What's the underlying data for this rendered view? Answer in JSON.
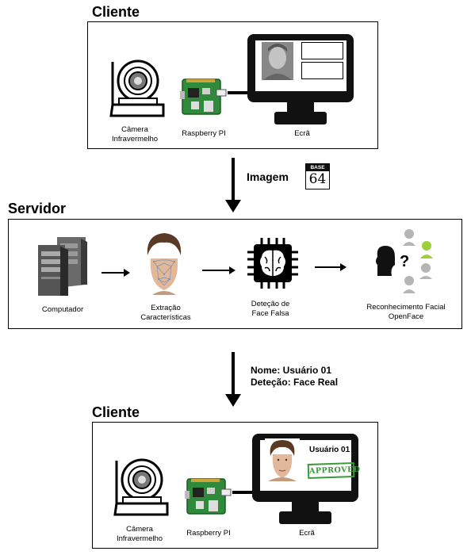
{
  "top_client": {
    "title": "Cliente",
    "camera_label_line1": "Câmera",
    "camera_label_line2": "Infravermelho",
    "raspberry_label": "Raspberry PI",
    "screen_label": "Ecrã"
  },
  "arrow1": {
    "label": "Imagem",
    "base_badge_top": "BASE",
    "base_badge_num": "64"
  },
  "server": {
    "title": "Servidor",
    "computer_label": "Computador",
    "extraction_line1": "Extração",
    "extraction_line2": "Características",
    "fake_line1": "Deteção de",
    "fake_line2": "Face Falsa",
    "recog_line1": "Reconhecimento Facial",
    "recog_line2": "OpenFace"
  },
  "arrow2": {
    "line1": "Nome: Usuário 01",
    "line2": "Deteção: Face Real"
  },
  "bottom_client": {
    "title": "Cliente",
    "camera_label_line1": "Câmera",
    "camera_label_line2": "Infravermelho",
    "raspberry_label": "Raspberry PI",
    "screen_label": "Ecrã",
    "screen_user": "Usuário 01",
    "stamp": "APPROVED"
  },
  "colors": {
    "board_green": "#2f8a3b",
    "stamp_green": "#3a9a3a",
    "accent_green": "#9ccf3a"
  }
}
